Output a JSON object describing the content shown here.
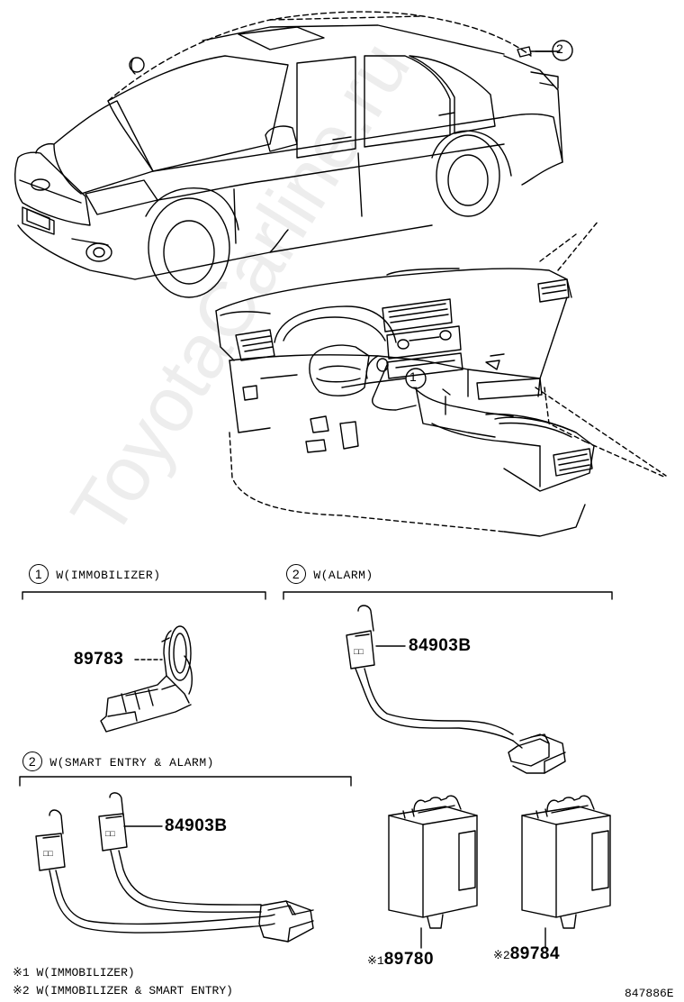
{
  "watermark": "ToyotaCarline.ru",
  "callouts": {
    "c1": "1",
    "c2": "2"
  },
  "sections": [
    {
      "num": "1",
      "title": "W(IMMOBILIZER)"
    },
    {
      "num": "2",
      "title": "W(ALARM)"
    },
    {
      "num": "2",
      "title": "W(SMART ENTRY & ALARM)"
    }
  ],
  "parts": {
    "p89783": "89783",
    "p84903b_alarm": "84903B",
    "p84903b_smart": "84903B",
    "p89780": "89780",
    "p89780_mark": "※1",
    "p89784": "89784",
    "p89784_mark": "※2"
  },
  "notes": [
    "※1 W(IMMOBILIZER)",
    "※2 W(IMMOBILIZER & SMART ENTRY)"
  ],
  "drawing_code": "847886E"
}
